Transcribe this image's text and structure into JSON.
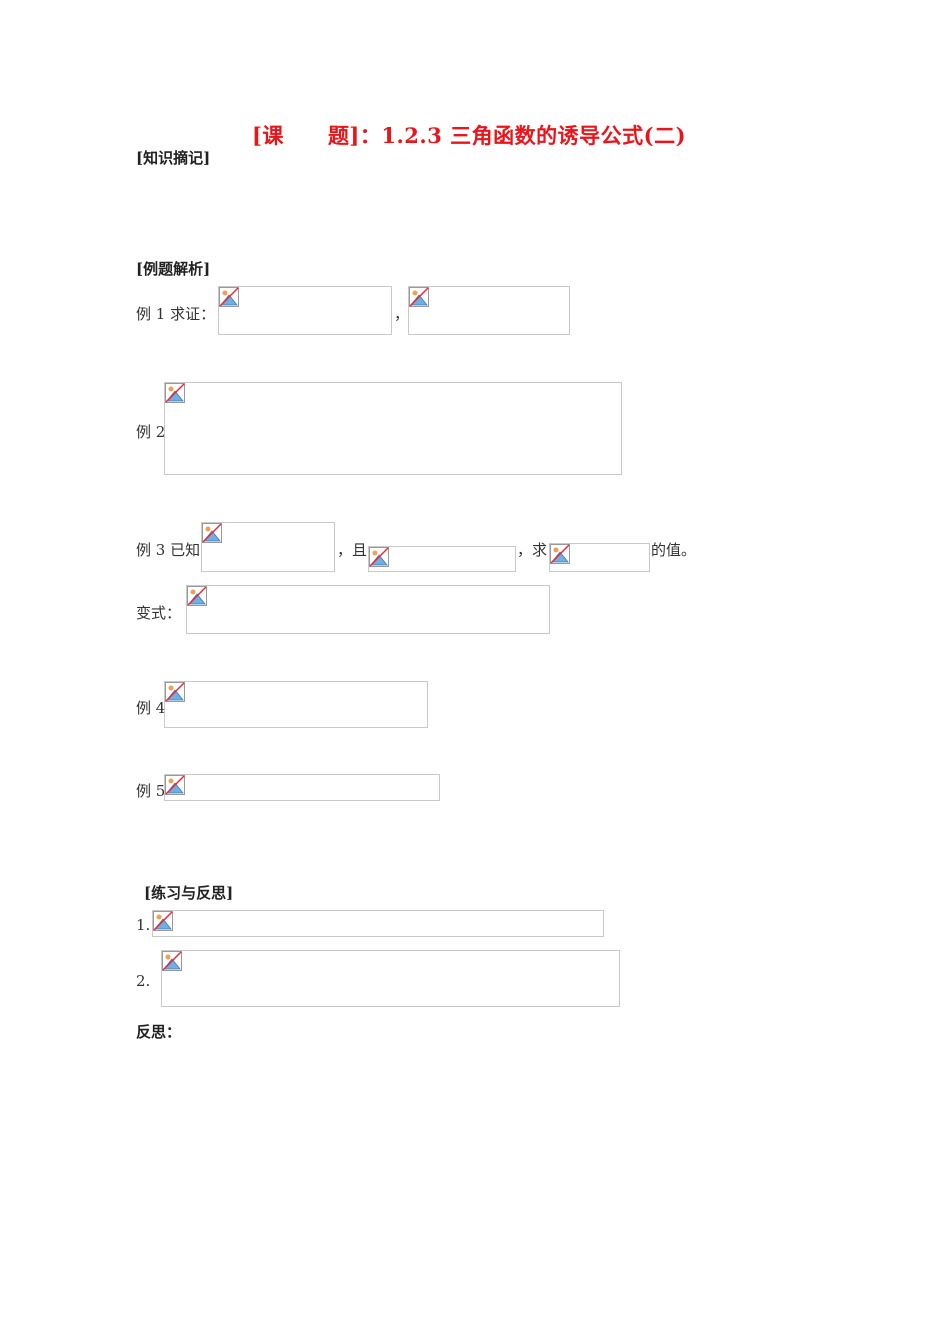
{
  "title": {
    "prefix": "[课",
    "suffix": "题]：1.2.3 三角函数的诱导公式(二)"
  },
  "sections": {
    "knowledge": "[知识摘记]",
    "examples": "[例题解析]",
    "practice": "[练习与反思]",
    "reflection": "反思："
  },
  "example1": {
    "label": "例 1 求证：",
    "separator": "，"
  },
  "example2": {
    "label": "例 2"
  },
  "example3": {
    "label": "例 3 已知",
    "mid1": "，且",
    "mid2": "，求",
    "end": "的值。"
  },
  "variant": {
    "label": "变式："
  },
  "example4": {
    "label": "例 4"
  },
  "example5": {
    "label": "例 5"
  },
  "practice_items": {
    "item1": "1.",
    "item2": "2."
  },
  "icon": "broken-image-icon"
}
